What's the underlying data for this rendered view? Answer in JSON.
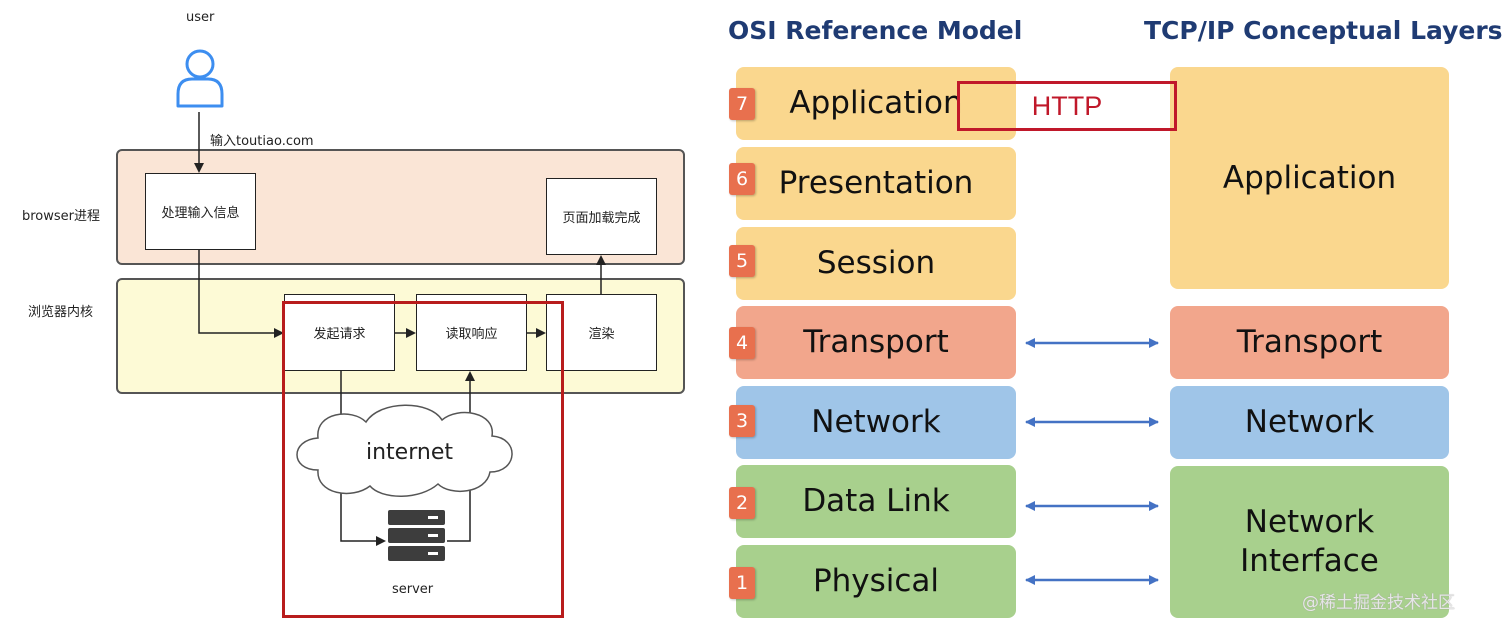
{
  "left": {
    "user_label": "user",
    "input_label": "输入toutiao.com",
    "band_browser_label": "browser进程",
    "band_kernel_label": "浏览器内核",
    "nodes": {
      "process_input": "处理输入信息",
      "page_loaded": "页面加载完成",
      "send_request": "发起请求",
      "read_response": "读取响应",
      "render": "渲染"
    },
    "cloud_label": "internet",
    "server_label": "server",
    "colors": {
      "browser_band": "#fae5d6",
      "kernel_band": "#fdfad6",
      "highlight": "#b81c1c",
      "user_icon": "#3d8ef0"
    }
  },
  "right": {
    "osi_title": "OSI Reference Model",
    "tcp_title": "TCP/IP Conceptual Layers",
    "osi_layers": [
      {
        "num": "7",
        "name": "Application",
        "color": "#fad78e"
      },
      {
        "num": "6",
        "name": "Presentation",
        "color": "#fad78e"
      },
      {
        "num": "5",
        "name": "Session",
        "color": "#fad78e"
      },
      {
        "num": "4",
        "name": "Transport",
        "color": "#f2a68c"
      },
      {
        "num": "3",
        "name": "Network",
        "color": "#9fc5e8"
      },
      {
        "num": "2",
        "name": "Data Link",
        "color": "#a8d08d"
      },
      {
        "num": "1",
        "name": "Physical",
        "color": "#a8d08d"
      }
    ],
    "tcp_layers": [
      {
        "name": "Application",
        "color": "#fad78e"
      },
      {
        "name": "Transport",
        "color": "#f2a68c"
      },
      {
        "name": "Network",
        "color": "#9fc5e8"
      },
      {
        "name": "Network Interface",
        "color": "#a8d08d"
      }
    ],
    "http_label": "HTTP",
    "arrow_color": "#4472c4"
  },
  "watermark": "@稀土掘金技术社区"
}
